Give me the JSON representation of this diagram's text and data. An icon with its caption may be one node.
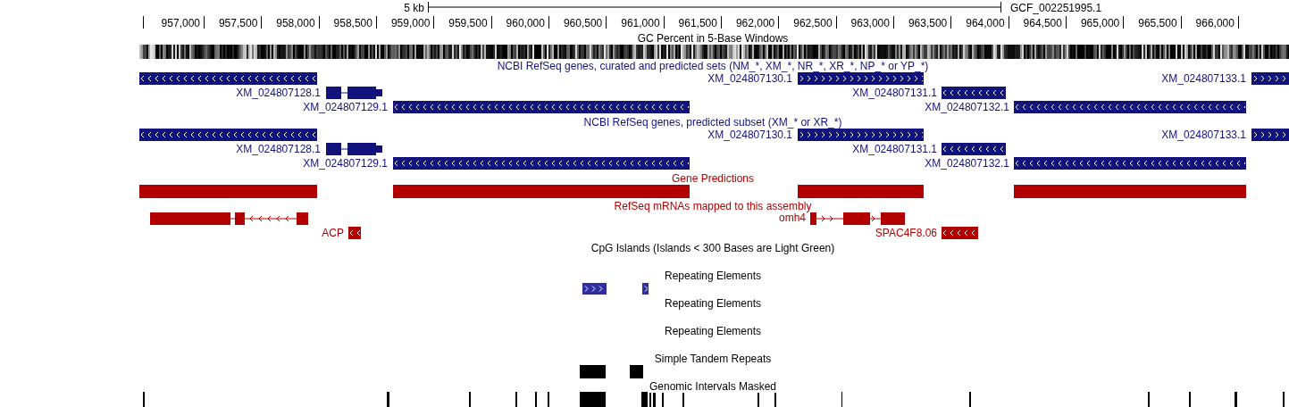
{
  "diagram": {
    "labels": [
      "5 kb",
      "GCF_002251995.1",
      "957,000",
      "957,500",
      "958,000",
      "958,500",
      "959,000",
      "959,500",
      "960,000",
      "960,500",
      "961,000",
      "961,500",
      "962,000",
      "962,500",
      "963,000",
      "963,500",
      "964,000",
      "964,500",
      "965,000",
      "965,500",
      "966,000",
      "GC Percent in 5-Base Windows",
      "NCBI RefSeq genes, curated and predicted sets (NM_*, XM_*, NR_*, XR_*, NP_* or YP_*)",
      "XM_024807130.1",
      "XM_024807133.1",
      "XM_024807128.1",
      "XM_024807131.1",
      "XM_024807129.1",
      "XM_024807132.1",
      "NCBI RefSeq genes, predicted subset (XM_* or XR_*)",
      "XM_024807130.1",
      "XM_024807133.1",
      "XM_024807128.1",
      "XM_024807131.1",
      "XM_024807129.1",
      "XM_024807132.1",
      "Gene Predictions",
      "RefSeq mRNAs mapped to this assembly",
      "omh4",
      "ACP",
      "SPAC4F8.06",
      "CpG Islands (Islands < 300 Bases are Light Green)",
      "Repeating Elements",
      "Repeating Elements",
      "Repeating Elements",
      "Simple Tandem Repeats",
      "Genomic Intervals Masked"
    ]
  }
}
